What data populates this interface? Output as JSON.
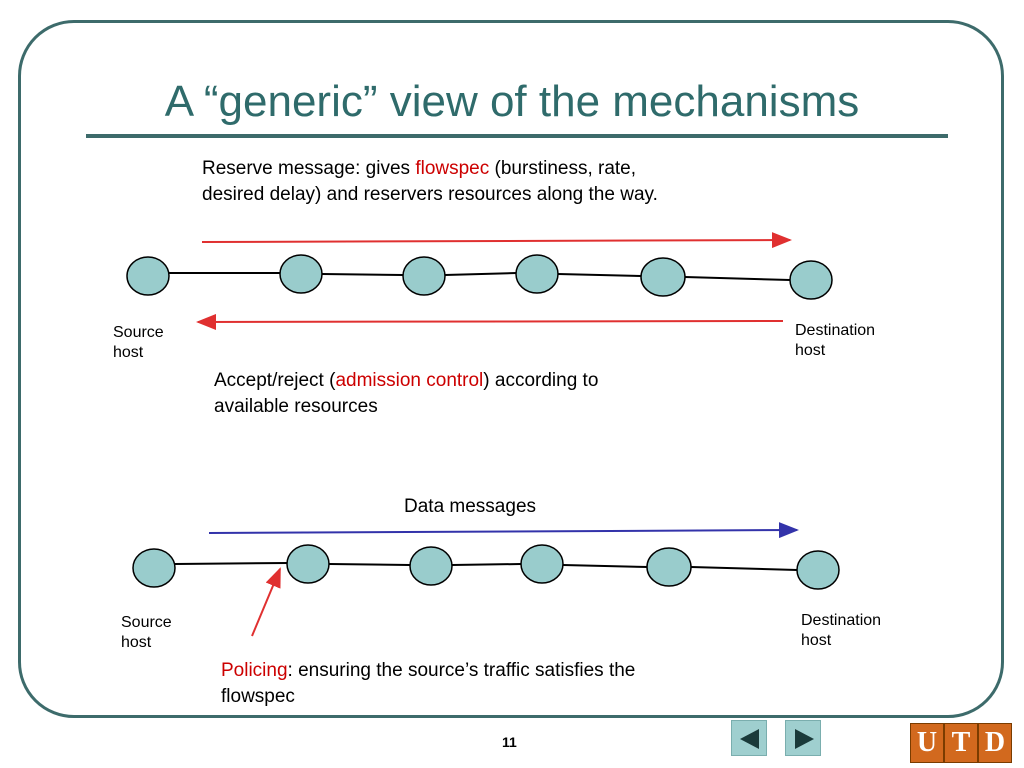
{
  "slide": {
    "title": "A “generic” view of the mechanisms",
    "page_number": "11"
  },
  "reserve_text": {
    "part1": "Reserve message: gives ",
    "highlight": "flowspec",
    "part2": " (burstiness, rate,",
    "line2": "desired delay) and reservers resources along the way."
  },
  "accept_text": {
    "part1": "Accept/reject  (",
    "highlight": "admission control",
    "part2": ") according to",
    "line2": "available resources"
  },
  "data_messages_label": "Data messages",
  "policing_text": {
    "highlight": "Policing",
    "part1": ": ensuring the source’s traffic satisfies the",
    "line2": "flowspec"
  },
  "host_labels": {
    "top_source_1": "Source",
    "top_source_2": "host",
    "top_dest_1": "Destination",
    "top_dest_2": "host",
    "bottom_source_1": "Source",
    "bottom_source_2": "host",
    "bottom_dest_1": "Destination",
    "bottom_dest_2": "host"
  },
  "colors": {
    "node_fill": "#99cccc",
    "red_arrow": "#e03030",
    "blue_arrow": "#3333aa",
    "accent_red": "#cc0000",
    "frame": "#3d6b6b"
  },
  "nav": {
    "prev_icon": "triangle-left-icon",
    "next_icon": "triangle-right-icon"
  },
  "logo": {
    "letters": [
      "U",
      "T",
      "D"
    ]
  }
}
